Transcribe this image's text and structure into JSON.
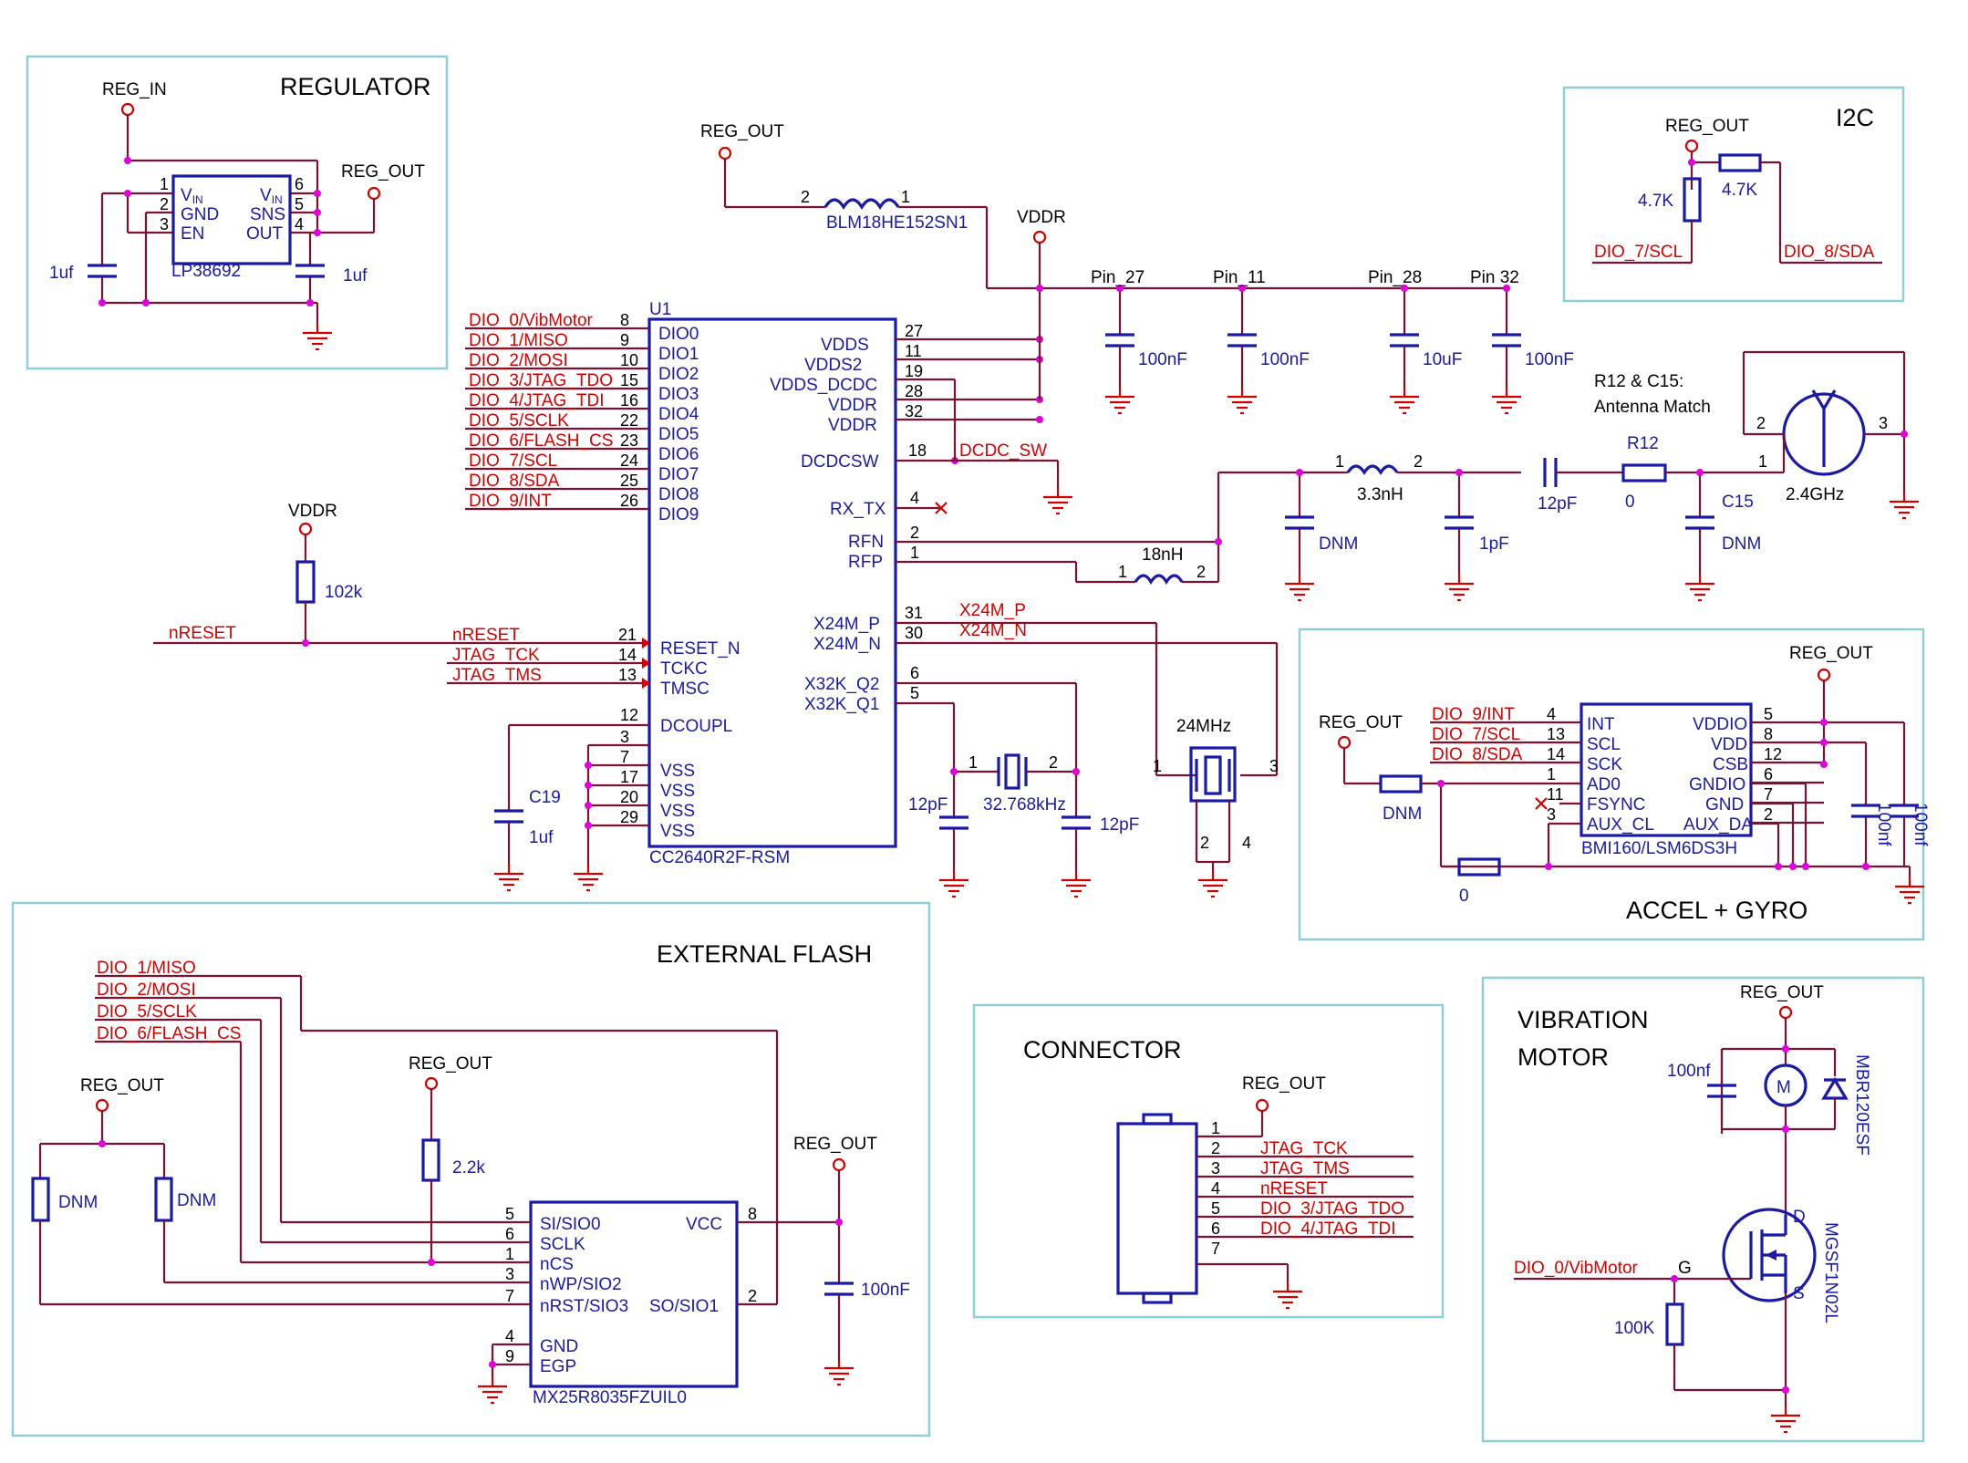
{
  "sections": {
    "regulator": "REGULATOR",
    "i2c": "I2C",
    "external_flash": "EXTERNAL FLASH",
    "connector": "CONNECTOR",
    "accel_gyro": "ACCEL + GYRO",
    "vibration_line1": "VIBRATION",
    "vibration_line2": "MOTOR"
  },
  "regulator": {
    "in_label": "REG_IN",
    "out_label": "REG_OUT",
    "part": "LP38692",
    "pins_left": [
      "1",
      "2",
      "3"
    ],
    "pins_right": [
      "6",
      "5",
      "4"
    ],
    "vin_left": "V",
    "vin_sub": "IN",
    "gnd": "GND",
    "en": "EN",
    "vin_right": "V",
    "sns": "SNS",
    "out": "OUT",
    "cap_in": "1uf",
    "cap_out": "1uf"
  },
  "mcu": {
    "ref": "U1",
    "part": "CC2640R2F-RSM",
    "left_nets": [
      "DIO_0/VibMotor",
      "DIO_1/MISO",
      "DIO_2/MOSI",
      "DIO_3/JTAG_TDO",
      "DIO_4/JTAG_TDI",
      "DIO_5/SCLK",
      "DIO_6/FLASH_CS",
      "DIO_7/SCL",
      "DIO_8/SDA",
      "DIO_9/INT"
    ],
    "left_pins": [
      "8",
      "9",
      "10",
      "15",
      "16",
      "22",
      "23",
      "24",
      "25",
      "26"
    ],
    "left_names": [
      "DIO0",
      "DIO1",
      "DIO2",
      "DIO3",
      "DIO4",
      "DIO5",
      "DIO6",
      "DIO7",
      "DIO8",
      "DIO9"
    ],
    "reset_nets": [
      "nRESET",
      "JTAG_TCK",
      "JTAG_TMS"
    ],
    "reset_pins": [
      "21",
      "14",
      "13"
    ],
    "reset_names": [
      "RESET_N",
      "TCKC",
      "TMSC"
    ],
    "dcoupl_pin": "12",
    "dcoupl_name": "DCOUPL",
    "vss_pins": [
      "3",
      "7",
      "17",
      "20",
      "29"
    ],
    "vss_name": "VSS",
    "right_pins": [
      "27",
      "11",
      "19",
      "28",
      "32"
    ],
    "right_names": [
      "VDDS",
      "VDDS2",
      "VDDS_DCDC",
      "VDDR",
      "VDDR"
    ],
    "dcdcsw_pin": "18",
    "dcdcsw_name": "DCDCSW",
    "dcdc_net": "DCDC_SW",
    "rxtx_pin": "4",
    "rxtx_name": "RX_TX",
    "rfn_pin": "2",
    "rfn_name": "RFN",
    "rfp_pin": "1",
    "rfp_name": "RFP",
    "x24p_pin": "31",
    "x24p_name": "X24M_P",
    "x24n_pin": "30",
    "x24n_name": "X24M_N",
    "x32q2_pin": "6",
    "x32q2_name": "X32K_Q2",
    "x32q1_pin": "5",
    "x32q1_name": "X32K_Q1",
    "net_x24p": "X24M_P",
    "net_x24n": "X24M_N"
  },
  "power_rail": {
    "reg_out": "REG_OUT",
    "ferrite": "BLM18HE152SN1",
    "ferrite_pin2": "2",
    "ferrite_pin1": "1",
    "vddr": "VDDR",
    "pin_labels": [
      "Pin_27",
      "Pin_11",
      "Pin_28",
      "Pin 32"
    ],
    "cap_values": [
      "100nF",
      "100nF",
      "10uF",
      "100nF"
    ]
  },
  "reset_circuit": {
    "vddr": "VDDR",
    "res": "102k",
    "net": "nRESET"
  },
  "dcoupl": {
    "ref": "C19",
    "value": "1uf"
  },
  "rf": {
    "note_line1": "R12 & C15:",
    "note_line2": "Antenna Match",
    "ind1_pins": [
      "1",
      "2"
    ],
    "ind1": "3.3nH",
    "cap_dnm1": "DNM",
    "cap_1pf": "1pF",
    "cap_12pf": "12pF",
    "res_ref": "R12",
    "res_val": "0",
    "c15_ref": "C15",
    "c15_val": "DNM",
    "ant_freq": "2.4GHz",
    "ant_pins": [
      "1",
      "2",
      "3"
    ],
    "ind2": "18nH",
    "ind2_pins": [
      "1",
      "2"
    ]
  },
  "crystal32": {
    "freq": "32.768kHz",
    "pins": [
      "1",
      "2"
    ],
    "cap_left": "12pF",
    "cap_right": "12pF"
  },
  "crystal24": {
    "freq": "24MHz",
    "pins": [
      "1",
      "3",
      "2",
      "4"
    ]
  },
  "i2c": {
    "reg_out": "REG_OUT",
    "r1": "4.7K",
    "r2": "4.7K",
    "scl": "DIO_7/SCL",
    "sda": "DIO_8/SDA"
  },
  "imu": {
    "part": "BMI160/LSM6DS3H",
    "reg_out_top": "REG_OUT",
    "reg_out_left": "REG_OUT",
    "left_nets": [
      "DIO_9/INT",
      "DIO_7/SCL",
      "DIO_8/SDA"
    ],
    "left_pins": [
      "4",
      "13",
      "14",
      "1",
      "11",
      "3"
    ],
    "left_names": [
      "INT",
      "SCL",
      "SCK",
      "AD0",
      "FSYNC",
      "AUX_CL"
    ],
    "right_pins": [
      "5",
      "8",
      "12",
      "6",
      "7",
      "2"
    ],
    "right_names": [
      "VDDIO",
      "VDD",
      "CSB",
      "GNDIO",
      "GND",
      "AUX_DA"
    ],
    "r_dnm": "DNM",
    "r_zero": "0",
    "cap1": "100nf",
    "cap2": "100nf"
  },
  "flash": {
    "part": "MX25R8035FZUIL0",
    "nets": [
      "DIO_1/MISO",
      "DIO_2/MOSI",
      "DIO_5/SCLK",
      "DIO_6/FLASH_CS"
    ],
    "reg_out_left": "REG_OUT",
    "reg_out_mid": "REG_OUT",
    "reg_out_right": "REG_OUT",
    "r_dnm1": "DNM",
    "r_dnm2": "DNM",
    "r_pull": "2.2k",
    "left_pins": [
      "5",
      "6",
      "1",
      "3",
      "7"
    ],
    "left_names": [
      "SI/SIO0",
      "SCLK",
      "nCS",
      "nWP/SIO2",
      "nRST/SIO3"
    ],
    "gnd_pins": [
      "4",
      "9"
    ],
    "gnd_names": [
      "GND",
      "EGP"
    ],
    "right_pins": [
      "8",
      "2"
    ],
    "right_names": [
      "VCC",
      "SO/SIO1"
    ],
    "cap": "100nF"
  },
  "connector": {
    "reg_out": "REG_OUT",
    "pins": [
      "1",
      "2",
      "3",
      "4",
      "5",
      "6",
      "7"
    ],
    "nets": [
      "JTAG_TCK",
      "JTAG_TMS",
      "nRESET",
      "DIO_3/JTAG_TDO",
      "DIO_4/JTAG_TDI"
    ]
  },
  "vibration": {
    "reg_out": "REG_OUT",
    "cap": "100nf",
    "motor": "M",
    "diode": "MBR120ESF",
    "fet": "MGSF1N02L",
    "pin_d": "D",
    "pin_g": "G",
    "pin_s": "S",
    "gate_net": "DIO_0/VibMotor",
    "res": "100K"
  }
}
